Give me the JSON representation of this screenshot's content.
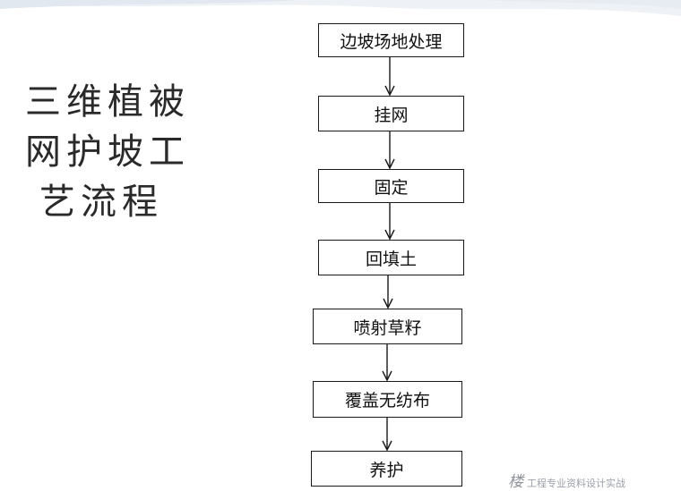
{
  "title": {
    "lines": [
      "三维植被",
      "网护坡工",
      "艺流程"
    ]
  },
  "flowchart": {
    "steps": [
      "边坡场地处理",
      "挂网",
      "固定",
      "回填土",
      "喷射草籽",
      "覆盖无纺布",
      "养护"
    ]
  },
  "watermark": {
    "mark": "楼",
    "text": "工程专业资料设计实战"
  },
  "colors": {
    "box_border": "#1a1a1a",
    "text": "#111111",
    "title": "#2a2a2a",
    "background_wave": "#dfe6ee"
  }
}
